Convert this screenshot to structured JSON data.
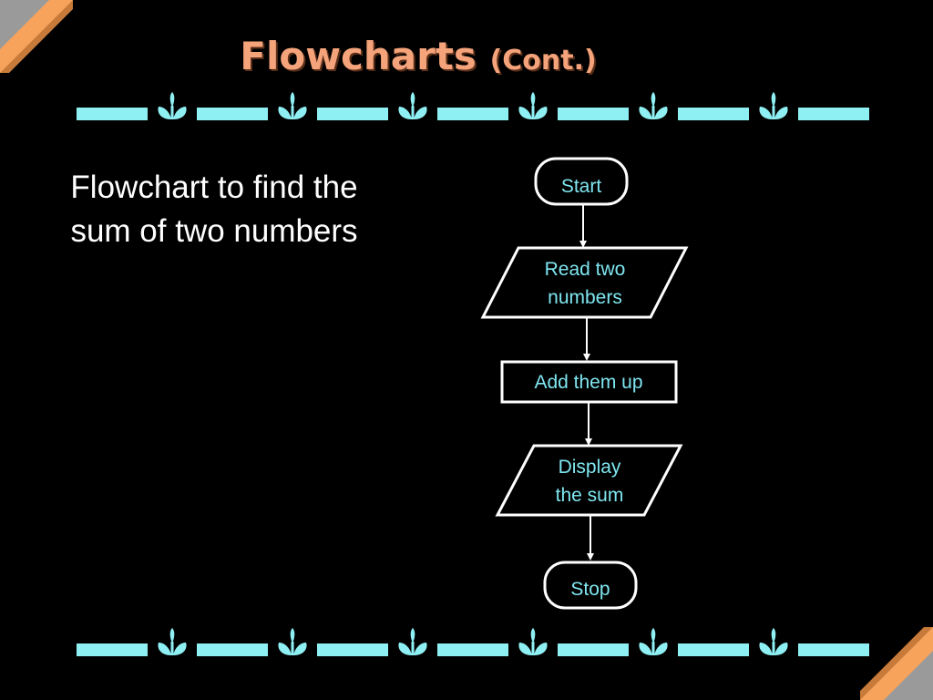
{
  "title": {
    "main": "Flowcharts",
    "sub": "(Cont.)"
  },
  "caption": "Flowchart to find the sum of two numbers",
  "flowchart": {
    "nodes": [
      {
        "id": "start",
        "shape": "terminal",
        "lines": [
          "Start"
        ]
      },
      {
        "id": "input",
        "shape": "parallelogram",
        "lines": [
          "Read two",
          "numbers"
        ]
      },
      {
        "id": "process",
        "shape": "rectangle",
        "lines": [
          "Add them up"
        ]
      },
      {
        "id": "output",
        "shape": "parallelogram",
        "lines": [
          "Display",
          "the sum"
        ]
      },
      {
        "id": "stop",
        "shape": "terminal",
        "lines": [
          "Stop"
        ]
      }
    ],
    "edges": [
      {
        "from": "start",
        "to": "input"
      },
      {
        "from": "input",
        "to": "process"
      },
      {
        "from": "process",
        "to": "output"
      },
      {
        "from": "output",
        "to": "stop"
      }
    ]
  },
  "colors": {
    "background": "#000000",
    "title": "#f4a37a",
    "node_text": "#7fe6f0",
    "node_stroke": "#ffffff",
    "divider": "#8ff0f4",
    "corner_orange": "#f7a35c"
  },
  "decorations": {
    "divider_icon": "sprout-icon",
    "corner_icon": "corner-stripe-icon"
  }
}
